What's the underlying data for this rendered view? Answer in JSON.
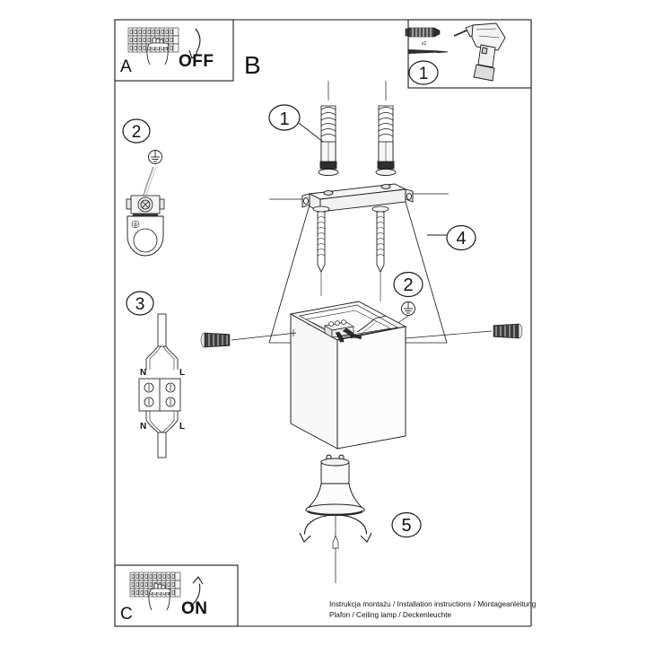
{
  "document": {
    "type": "installation-instruction-sheet",
    "footer_line_1": "Instrukcja montażu / Installation instructions / Montageanleitung",
    "footer_line_2": "Plafon / Ceiling lamp / Deckenleuchte"
  },
  "panels": {
    "a": {
      "letter": "A",
      "state_label": "OFF",
      "icon": "circuit-breaker-panel",
      "hand": "hand-icon",
      "arrow": "curved-arrow-down"
    },
    "b": {
      "letter": "B"
    },
    "c": {
      "letter": "C",
      "state_label": "ON",
      "icon": "circuit-breaker-panel",
      "hand": "hand-icon",
      "arrow": "curved-arrow-up"
    },
    "parts": {
      "step": "1",
      "quantity_label": "x2",
      "items": [
        "wall-plug-anchor",
        "screw",
        "power-drill"
      ]
    }
  },
  "steps": [
    {
      "number": "2",
      "title_icon": "earth-ground-symbol",
      "detail": "ground-terminal-bracket"
    },
    {
      "number": "3",
      "terminal_labels_top": [
        "N",
        "L"
      ],
      "terminal_labels_bottom": [
        "N",
        "L"
      ],
      "detail": "terminal-block-wiring"
    }
  ],
  "callouts": [
    {
      "id": "c1",
      "number": "1",
      "target": "wall-plug-anchor"
    },
    {
      "id": "c2",
      "number": "2",
      "target": "earth-ground-symbol"
    },
    {
      "id": "c4",
      "number": "4",
      "target": "ceiling-surface"
    },
    {
      "id": "c5",
      "number": "5",
      "target": "gu10-bulb-twist"
    }
  ],
  "assembly": {
    "mounting_bracket": "ceiling-mounting-bracket",
    "lamp_body": "cube-lamp-housing",
    "bulb": "gu10-bulb",
    "set_screw_left": "grub-screw",
    "set_screw_right": "grub-screw",
    "long_screws": "mounting-screw"
  },
  "colors": {
    "line": "#1a1a1a",
    "fill_light": "#f2f2f2",
    "fill_mid": "#d8d8d8",
    "fill_dark": "#4a4a4a",
    "background": "#ffffff"
  }
}
